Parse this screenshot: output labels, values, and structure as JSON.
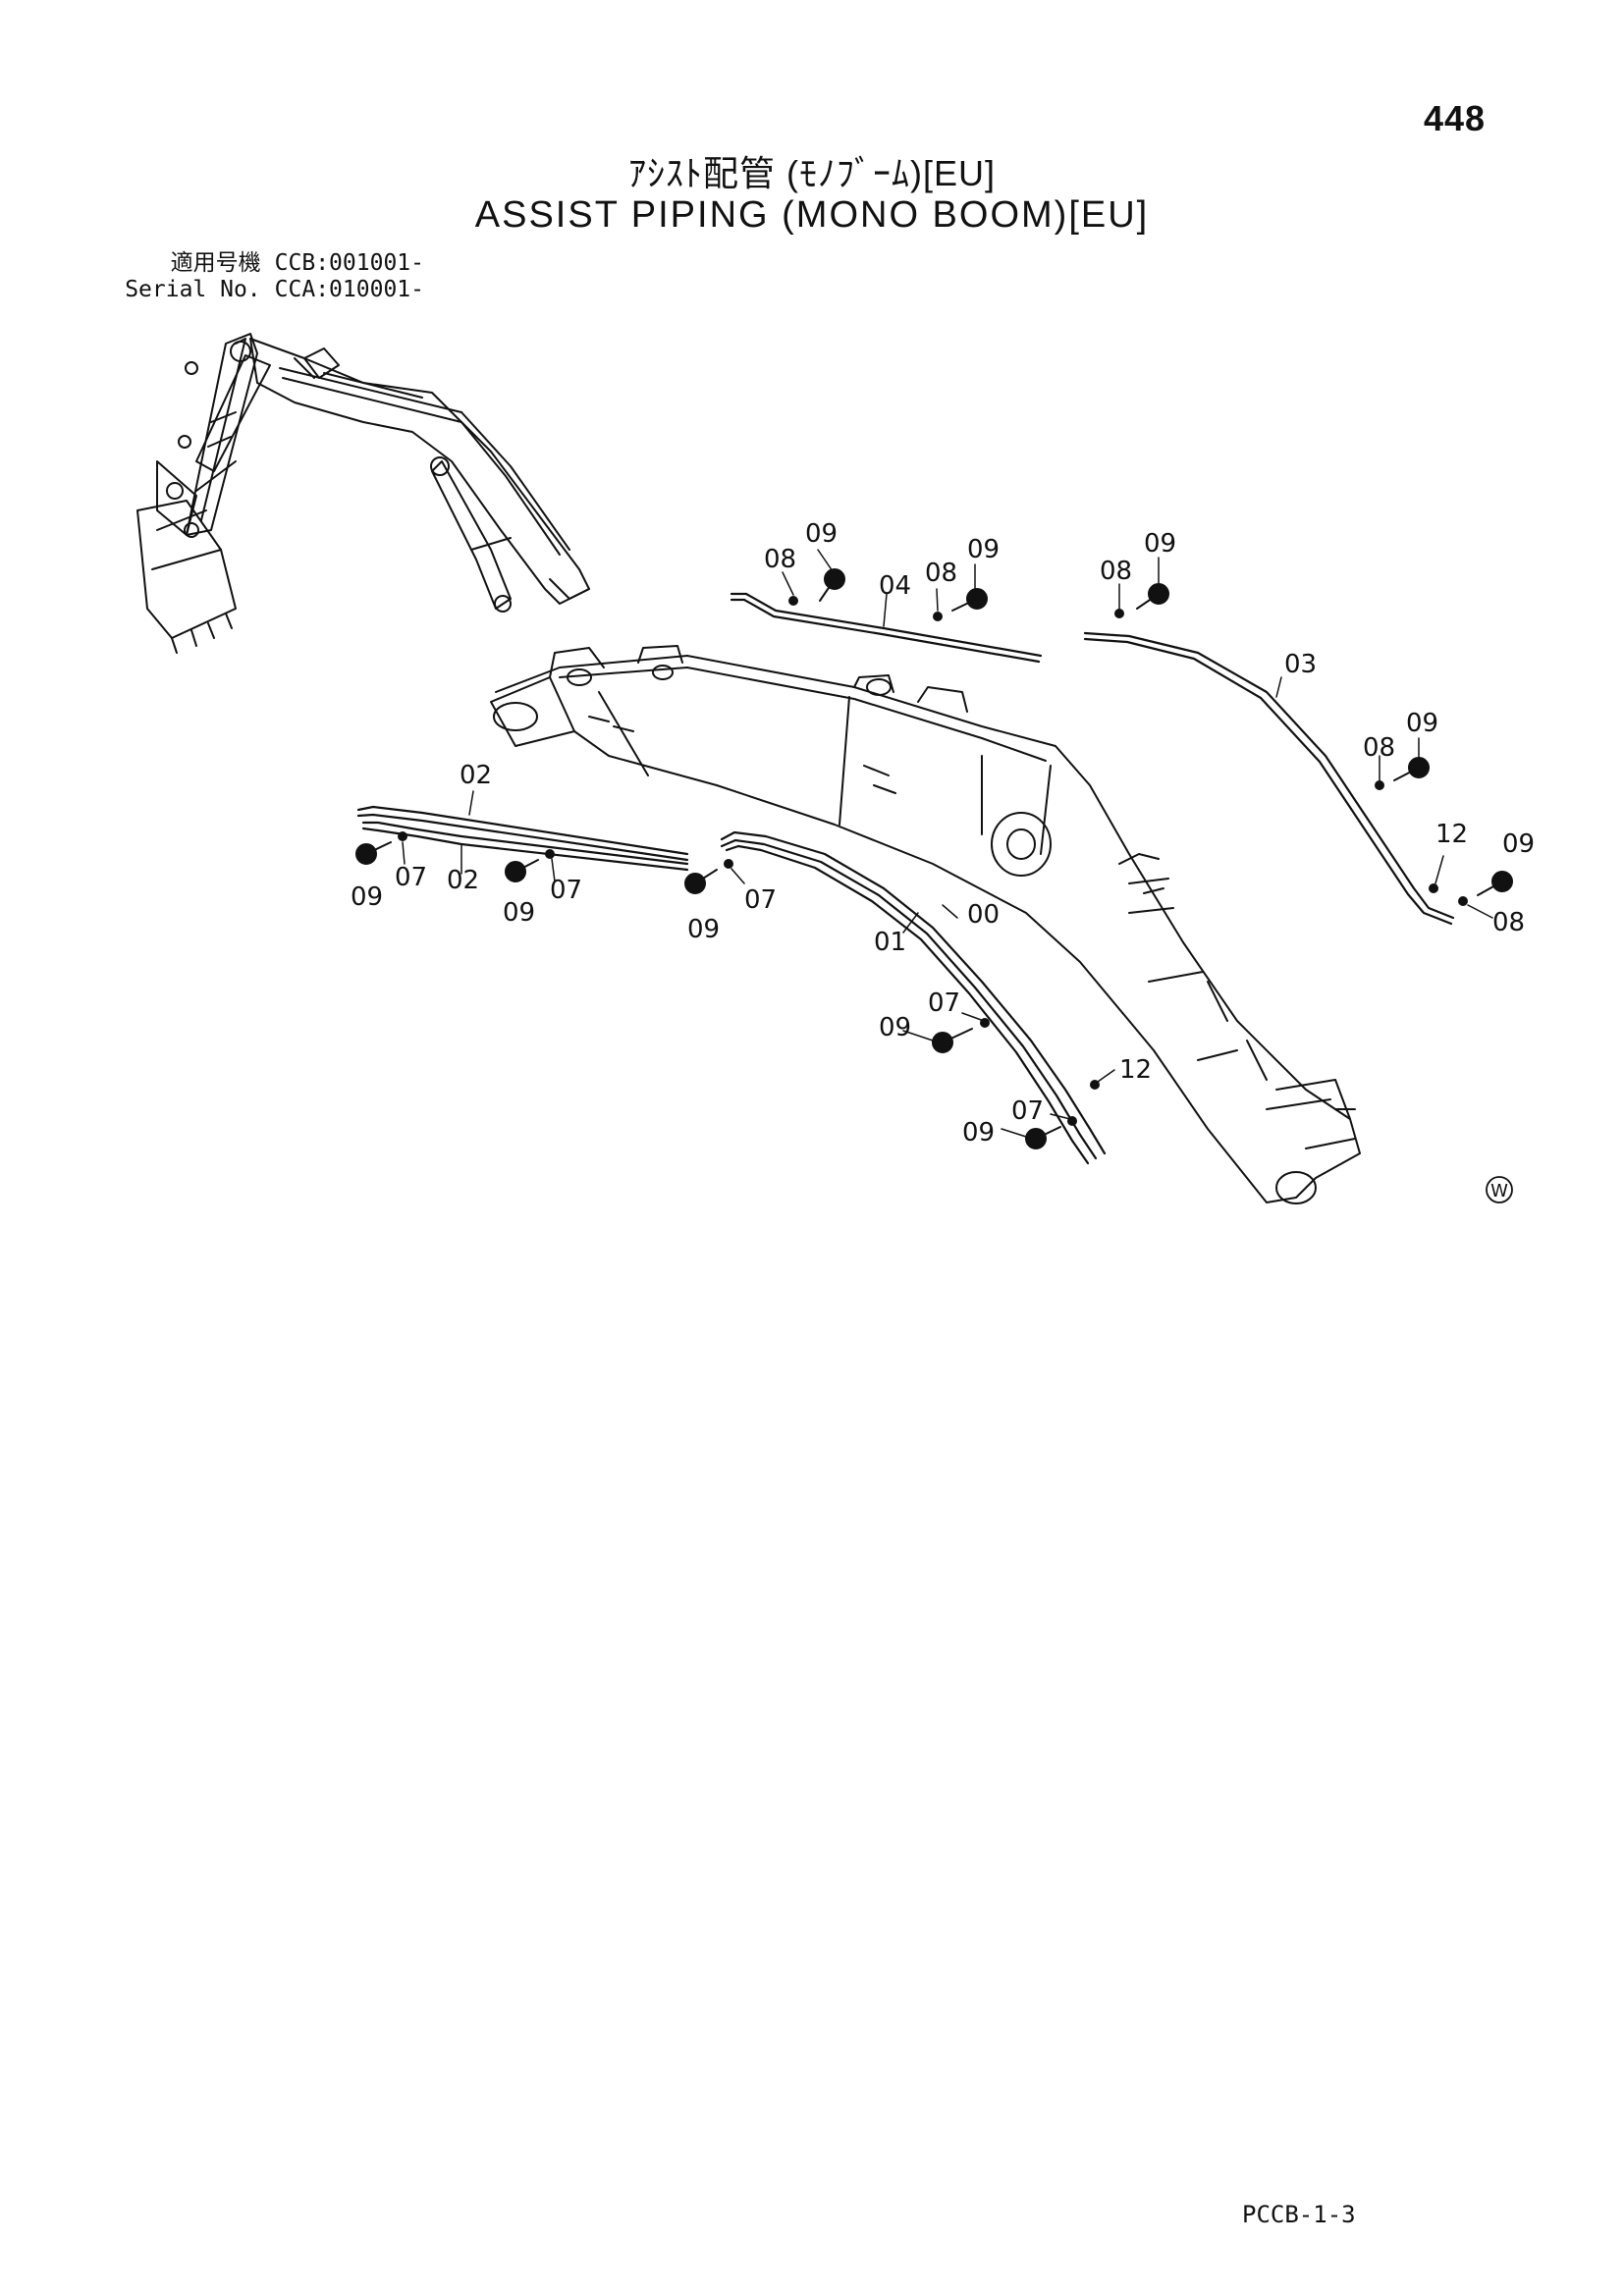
{
  "header": {
    "page_number": "448",
    "title_jp": "ｱｼｽﾄ配管 (ﾓﾉﾌﾞｰﾑ)[EU]",
    "title_en": "ASSIST PIPING (MONO BOOM)[EU]"
  },
  "serial": {
    "rows": [
      {
        "label": "適用号機",
        "value": "CCB:001001-"
      },
      {
        "label": "Serial No.",
        "value": "CCA:010001-"
      }
    ]
  },
  "callouts": {
    "c1": "09",
    "c2": "08",
    "c3": "09",
    "c4": "08",
    "c5": "04",
    "c6": "09",
    "c7": "08",
    "c8": "03",
    "c9": "09",
    "c10": "08",
    "c11": "12",
    "c12": "09",
    "c13": "08",
    "c14": "02",
    "c15": "09",
    "c16": "07",
    "c17": "02",
    "c18": "07",
    "c19": "09",
    "c20": "09",
    "c21": "07",
    "c22": "01",
    "c23": "00",
    "c24": "07",
    "c25": "09",
    "c26": "12",
    "c27": "07",
    "c28": "09"
  },
  "watermark_symbol": "W",
  "footer": {
    "code": "PCCB-1-3"
  }
}
